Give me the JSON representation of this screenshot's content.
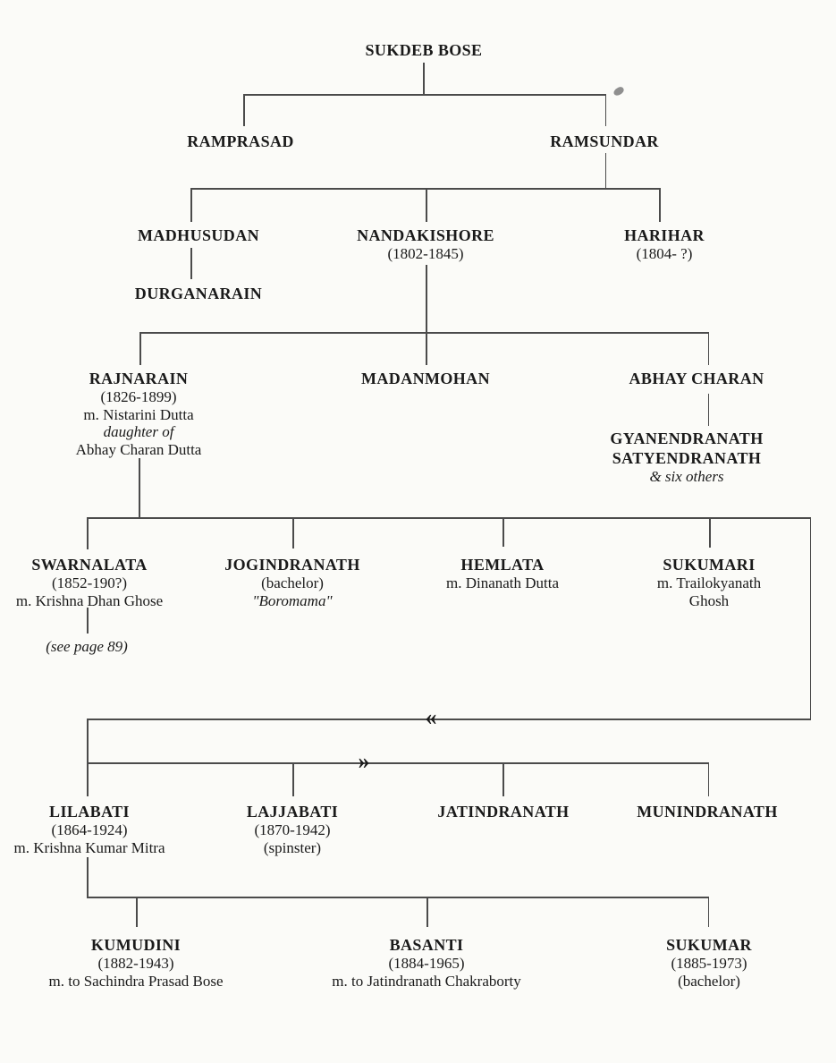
{
  "colors": {
    "background": "#fbfbf8",
    "line": "#4b4b4b",
    "text": "#1a1a1a"
  },
  "continuation_marks": {
    "upper": "«",
    "lower": "»"
  },
  "persons": {
    "sukdeb_bose": {
      "name": "SUKDEB BOSE"
    },
    "ramprasad": {
      "name": "RAMPRASAD"
    },
    "ramsundar": {
      "name": "RAMSUNDAR"
    },
    "madhusudan": {
      "name": "MADHUSUDAN"
    },
    "nandakishore": {
      "name": "NANDAKISHORE",
      "years": "(1802-1845)"
    },
    "harihar": {
      "name": "HARIHAR",
      "years": "(1804- ?)"
    },
    "durganarain": {
      "name": "DURGANARAIN"
    },
    "rajnarain": {
      "name": "RAJNARAIN",
      "years": "(1826-1899)",
      "marriage": "m. Nistarini Dutta",
      "wife_note": "daughter of",
      "wife_father": "Abhay Charan Dutta"
    },
    "madanmohan": {
      "name": "MADANMOHAN"
    },
    "abhay_charan": {
      "name": "ABHAY CHARAN"
    },
    "gyanendranath": {
      "name": "GYANENDRANATH"
    },
    "satyendranath": {
      "name": "SATYENDRANATH"
    },
    "abhay_charan_others": {
      "note": "& six others"
    },
    "swarnalata": {
      "name": "SWARNALATA",
      "years": "(1852-190?)",
      "marriage": "m. Krishna Dhan Ghose",
      "cross_reference": "(see page 89)"
    },
    "jogindranath": {
      "name": "JOGINDRANATH",
      "status": "(bachelor)",
      "nickname": "\"Boromama\""
    },
    "hemlata": {
      "name": "HEMLATA",
      "marriage": "m. Dinanath Dutta"
    },
    "sukumari": {
      "name": "SUKUMARI",
      "marriage_line1": "m. Trailokyanath",
      "marriage_line2": "Ghosh"
    },
    "lilabati": {
      "name": "LILABATI",
      "years": "(1864-1924)",
      "marriage": "m. Krishna Kumar Mitra"
    },
    "lajjabati": {
      "name": "LAJJABATI",
      "years": "(1870-1942)",
      "status": "(spinster)"
    },
    "jatindranath": {
      "name": "JATINDRANATH"
    },
    "munindranath": {
      "name": "MUNINDRANATH"
    },
    "kumudini": {
      "name": "KUMUDINI",
      "years": "(1882-1943)",
      "marriage": "m. to Sachindra Prasad Bose"
    },
    "basanti": {
      "name": "BASANTI",
      "years": "(1884-1965)",
      "marriage": "m. to Jatindranath Chakraborty"
    },
    "sukumar": {
      "name": "SUKUMAR",
      "years": "(1885-1973)",
      "status": "(bachelor)"
    }
  }
}
